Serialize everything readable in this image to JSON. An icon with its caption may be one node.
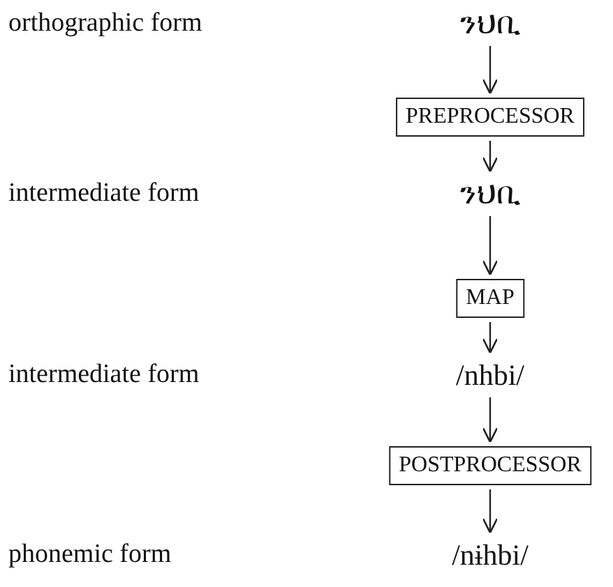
{
  "diagram": {
    "nodes": [
      {
        "text": [
          "ንህቢ"
        ]
      },
      {
        "text": [
          "PREPROCESSOR"
        ]
      },
      {
        "text": [
          "ንህቢ"
        ]
      },
      {
        "text": [
          "MAP"
        ]
      },
      {
        "text": [
          "/nhbi/"
        ]
      },
      {
        "text": [
          "POSTPROCESSOR"
        ]
      },
      {
        "text": [
          "/nɨhbi/"
        ]
      }
    ],
    "edges": [
      {
        "from": 0,
        "to": 1,
        "arrow": "to"
      },
      {
        "from": 1,
        "to": 2,
        "arrow": "to"
      },
      {
        "from": 2,
        "to": 3,
        "arrow": "to"
      },
      {
        "from": 3,
        "to": 4,
        "arrow": "to"
      },
      {
        "from": 4,
        "to": 5,
        "arrow": "to"
      },
      {
        "from": 5,
        "to": 6,
        "arrow": "to"
      }
    ],
    "labels": [
      "orthographic form",
      "intermediate form",
      "intermediate form",
      "phonemic form"
    ]
  }
}
